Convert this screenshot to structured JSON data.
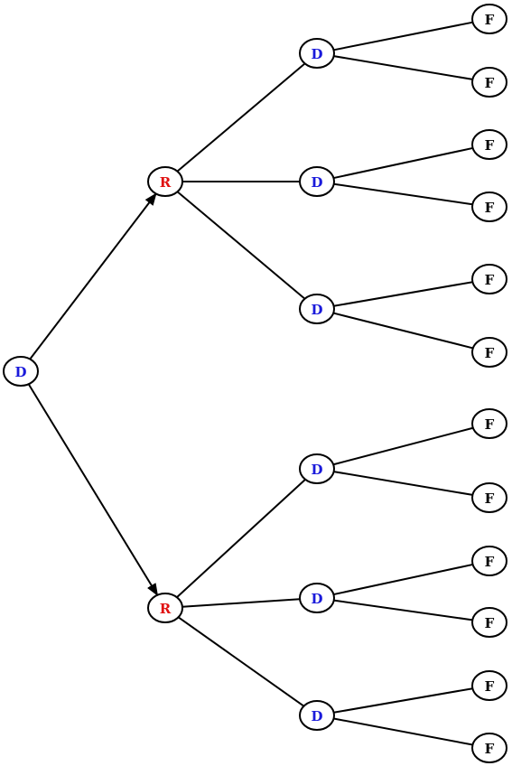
{
  "colors": {
    "D": "#1a1adb",
    "R": "#e01010",
    "F": "#000000"
  },
  "nodes": [
    {
      "id": "root",
      "label": "D"
    },
    {
      "id": "r1",
      "label": "R"
    },
    {
      "id": "r2",
      "label": "R"
    },
    {
      "id": "d1",
      "label": "D"
    },
    {
      "id": "d2",
      "label": "D"
    },
    {
      "id": "d3",
      "label": "D"
    },
    {
      "id": "d4",
      "label": "D"
    },
    {
      "id": "d5",
      "label": "D"
    },
    {
      "id": "d6",
      "label": "D"
    },
    {
      "id": "f1",
      "label": "F"
    },
    {
      "id": "f2",
      "label": "F"
    },
    {
      "id": "f3",
      "label": "F"
    },
    {
      "id": "f4",
      "label": "F"
    },
    {
      "id": "f5",
      "label": "F"
    },
    {
      "id": "f6",
      "label": "F"
    },
    {
      "id": "f7",
      "label": "F"
    },
    {
      "id": "f8",
      "label": "F"
    },
    {
      "id": "f9",
      "label": "F"
    },
    {
      "id": "f10",
      "label": "F"
    },
    {
      "id": "f11",
      "label": "F"
    },
    {
      "id": "f12",
      "label": "F"
    }
  ],
  "edges": [
    {
      "from": "root",
      "to": "r1",
      "arrow": true
    },
    {
      "from": "root",
      "to": "r2",
      "arrow": true
    },
    {
      "from": "r1",
      "to": "d1",
      "arrow": false
    },
    {
      "from": "r1",
      "to": "d2",
      "arrow": false
    },
    {
      "from": "r1",
      "to": "d3",
      "arrow": false
    },
    {
      "from": "r2",
      "to": "d4",
      "arrow": false
    },
    {
      "from": "r2",
      "to": "d5",
      "arrow": false
    },
    {
      "from": "r2",
      "to": "d6",
      "arrow": false
    },
    {
      "from": "d1",
      "to": "f1",
      "arrow": false
    },
    {
      "from": "d1",
      "to": "f2",
      "arrow": false
    },
    {
      "from": "d2",
      "to": "f3",
      "arrow": false
    },
    {
      "from": "d2",
      "to": "f4",
      "arrow": false
    },
    {
      "from": "d3",
      "to": "f5",
      "arrow": false
    },
    {
      "from": "d3",
      "to": "f6",
      "arrow": false
    },
    {
      "from": "d4",
      "to": "f7",
      "arrow": false
    },
    {
      "from": "d4",
      "to": "f8",
      "arrow": false
    },
    {
      "from": "d5",
      "to": "f9",
      "arrow": false
    },
    {
      "from": "d5",
      "to": "f10",
      "arrow": false
    },
    {
      "from": "d6",
      "to": "f11",
      "arrow": false
    },
    {
      "from": "d6",
      "to": "f12",
      "arrow": false
    }
  ]
}
